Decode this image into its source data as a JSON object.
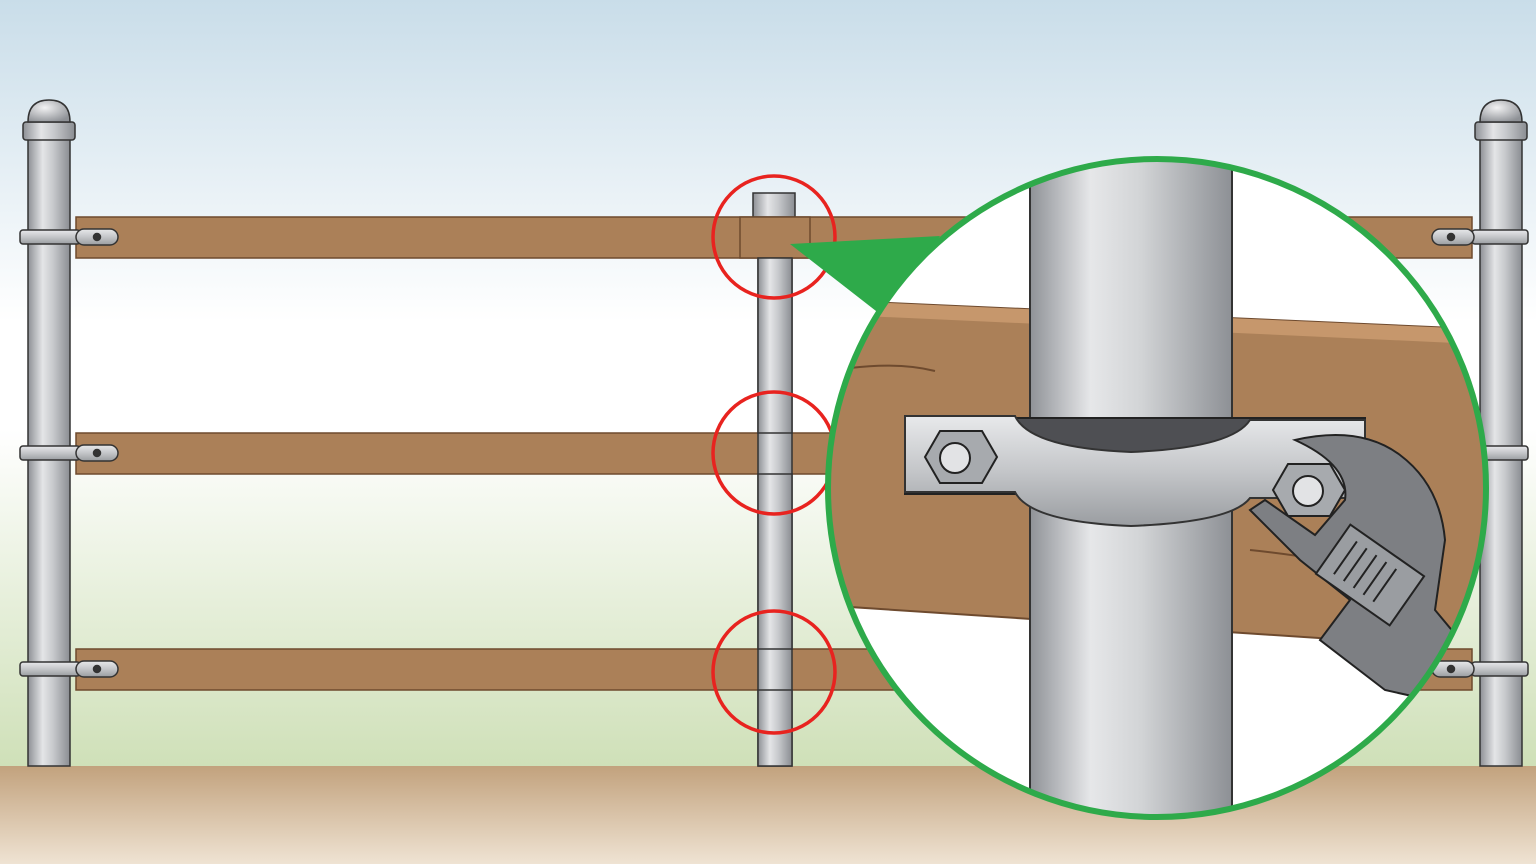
{
  "illustration": {
    "subject": "fence-rail-clamp-installation",
    "callout_count": 3,
    "magnifier": {
      "detail": "rail-clamp-bolt-tightening",
      "tool": "adjustable-wrench-icon"
    },
    "icons": [
      "fence-post-icon",
      "rail-clamp-icon",
      "hex-bolt-icon",
      "adjustable-wrench-icon"
    ]
  },
  "colors": {
    "sky_top": "#c9dde9",
    "sky_mid": "#ffffff",
    "grass": "#cfe0b8",
    "ground": "#c8ad8a",
    "wood": "#ab8058",
    "wood_stroke": "#6e4a2e",
    "metal_light": "#e2e3e5",
    "metal_dark": "#8d9095",
    "callout_red": "#e8231f",
    "magnifier_green": "#2eaa4a",
    "wrench": "#7d7f83"
  }
}
